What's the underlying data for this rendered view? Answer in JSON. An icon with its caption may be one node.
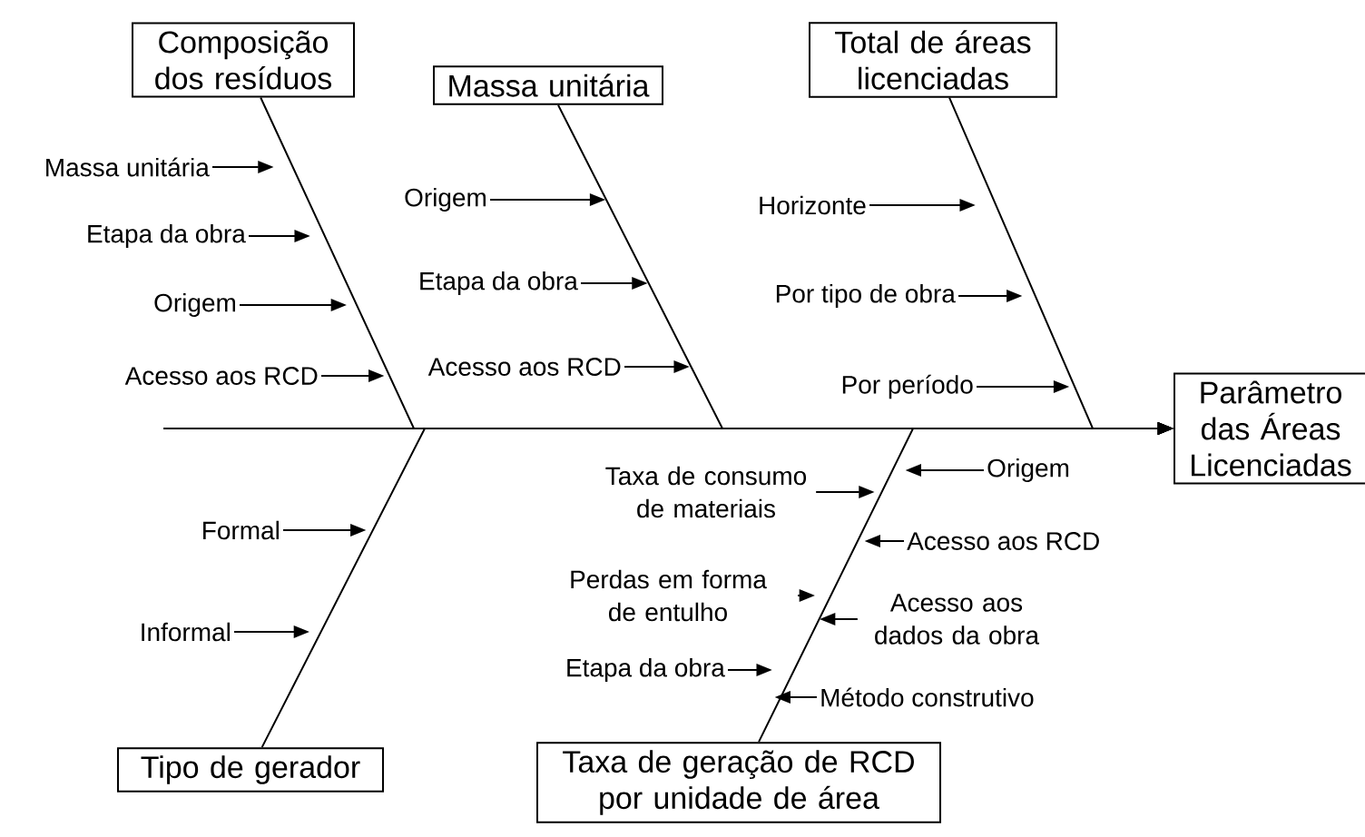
{
  "diagram": {
    "nodes": [
      {
        "text": [
          "Composição dos resíduos"
        ]
      },
      {
        "text": [
          "Massa unitária"
        ]
      },
      {
        "text": [
          "Total de áreas licenciadas"
        ]
      },
      {
        "text": [
          "Parâmetro das Áreas Licenciadas"
        ]
      },
      {
        "text": [
          "Tipo de gerador"
        ]
      },
      {
        "text": [
          "Taxa de geração de RCD por unidade de área"
        ]
      },
      {
        "text": [
          "Massa unitária"
        ]
      },
      {
        "text": [
          "Etapa da obra"
        ]
      },
      {
        "text": [
          "Origem"
        ]
      },
      {
        "text": [
          "Acesso aos RCD"
        ]
      },
      {
        "text": [
          "Origem"
        ]
      },
      {
        "text": [
          "Etapa da obra"
        ]
      },
      {
        "text": [
          "Acesso aos RCD"
        ]
      },
      {
        "text": [
          "Horizonte"
        ]
      },
      {
        "text": [
          "Por tipo de obra"
        ]
      },
      {
        "text": [
          "Por período"
        ]
      },
      {
        "text": [
          "Formal"
        ]
      },
      {
        "text": [
          "Informal"
        ]
      },
      {
        "text": [
          "Taxa de consumo de materiais"
        ]
      },
      {
        "text": [
          "Origem"
        ]
      },
      {
        "text": [
          "Acesso aos RCD"
        ]
      },
      {
        "text": [
          "Perdas em forma de entulho"
        ]
      },
      {
        "text": [
          "Acesso aos dados da obra"
        ]
      },
      {
        "text": [
          "Etapa da obra"
        ]
      },
      {
        "text": [
          "Método construtivo"
        ]
      }
    ],
    "edges": [
      {
        "from": null,
        "to": 3,
        "arrow": "to"
      },
      {
        "from": 0,
        "to": 3,
        "arrow": "to"
      },
      {
        "from": 1,
        "to": 3,
        "arrow": "to"
      },
      {
        "from": 2,
        "to": 3,
        "arrow": "to"
      },
      {
        "from": 4,
        "to": 3,
        "arrow": "to"
      },
      {
        "from": 5,
        "to": 3,
        "arrow": "to"
      },
      {
        "from": 6,
        "to": null,
        "arrow": "to"
      },
      {
        "from": 7,
        "to": null,
        "arrow": "to"
      },
      {
        "from": 8,
        "to": null,
        "arrow": "to"
      },
      {
        "from": 9,
        "to": null,
        "arrow": "to"
      },
      {
        "from": 10,
        "to": null,
        "arrow": "to"
      },
      {
        "from": 11,
        "to": null,
        "arrow": "to"
      },
      {
        "from": 12,
        "to": null,
        "arrow": "to"
      },
      {
        "from": 13,
        "to": null,
        "arrow": "to"
      },
      {
        "from": 14,
        "to": null,
        "arrow": "to"
      },
      {
        "from": 15,
        "to": null,
        "arrow": "to"
      },
      {
        "from": 16,
        "to": null,
        "arrow": "to"
      },
      {
        "from": 17,
        "to": null,
        "arrow": "to"
      },
      {
        "from": 18,
        "to": null,
        "arrow": "to"
      },
      {
        "from": 19,
        "to": null,
        "arrow": "to"
      },
      {
        "from": 20,
        "to": null,
        "arrow": "to"
      },
      {
        "from": 21,
        "to": null,
        "arrow": "to"
      },
      {
        "from": 22,
        "to": null,
        "arrow": "to"
      },
      {
        "from": 23,
        "to": null,
        "arrow": "to"
      },
      {
        "from": 24,
        "to": null,
        "arrow": "to"
      }
    ]
  }
}
